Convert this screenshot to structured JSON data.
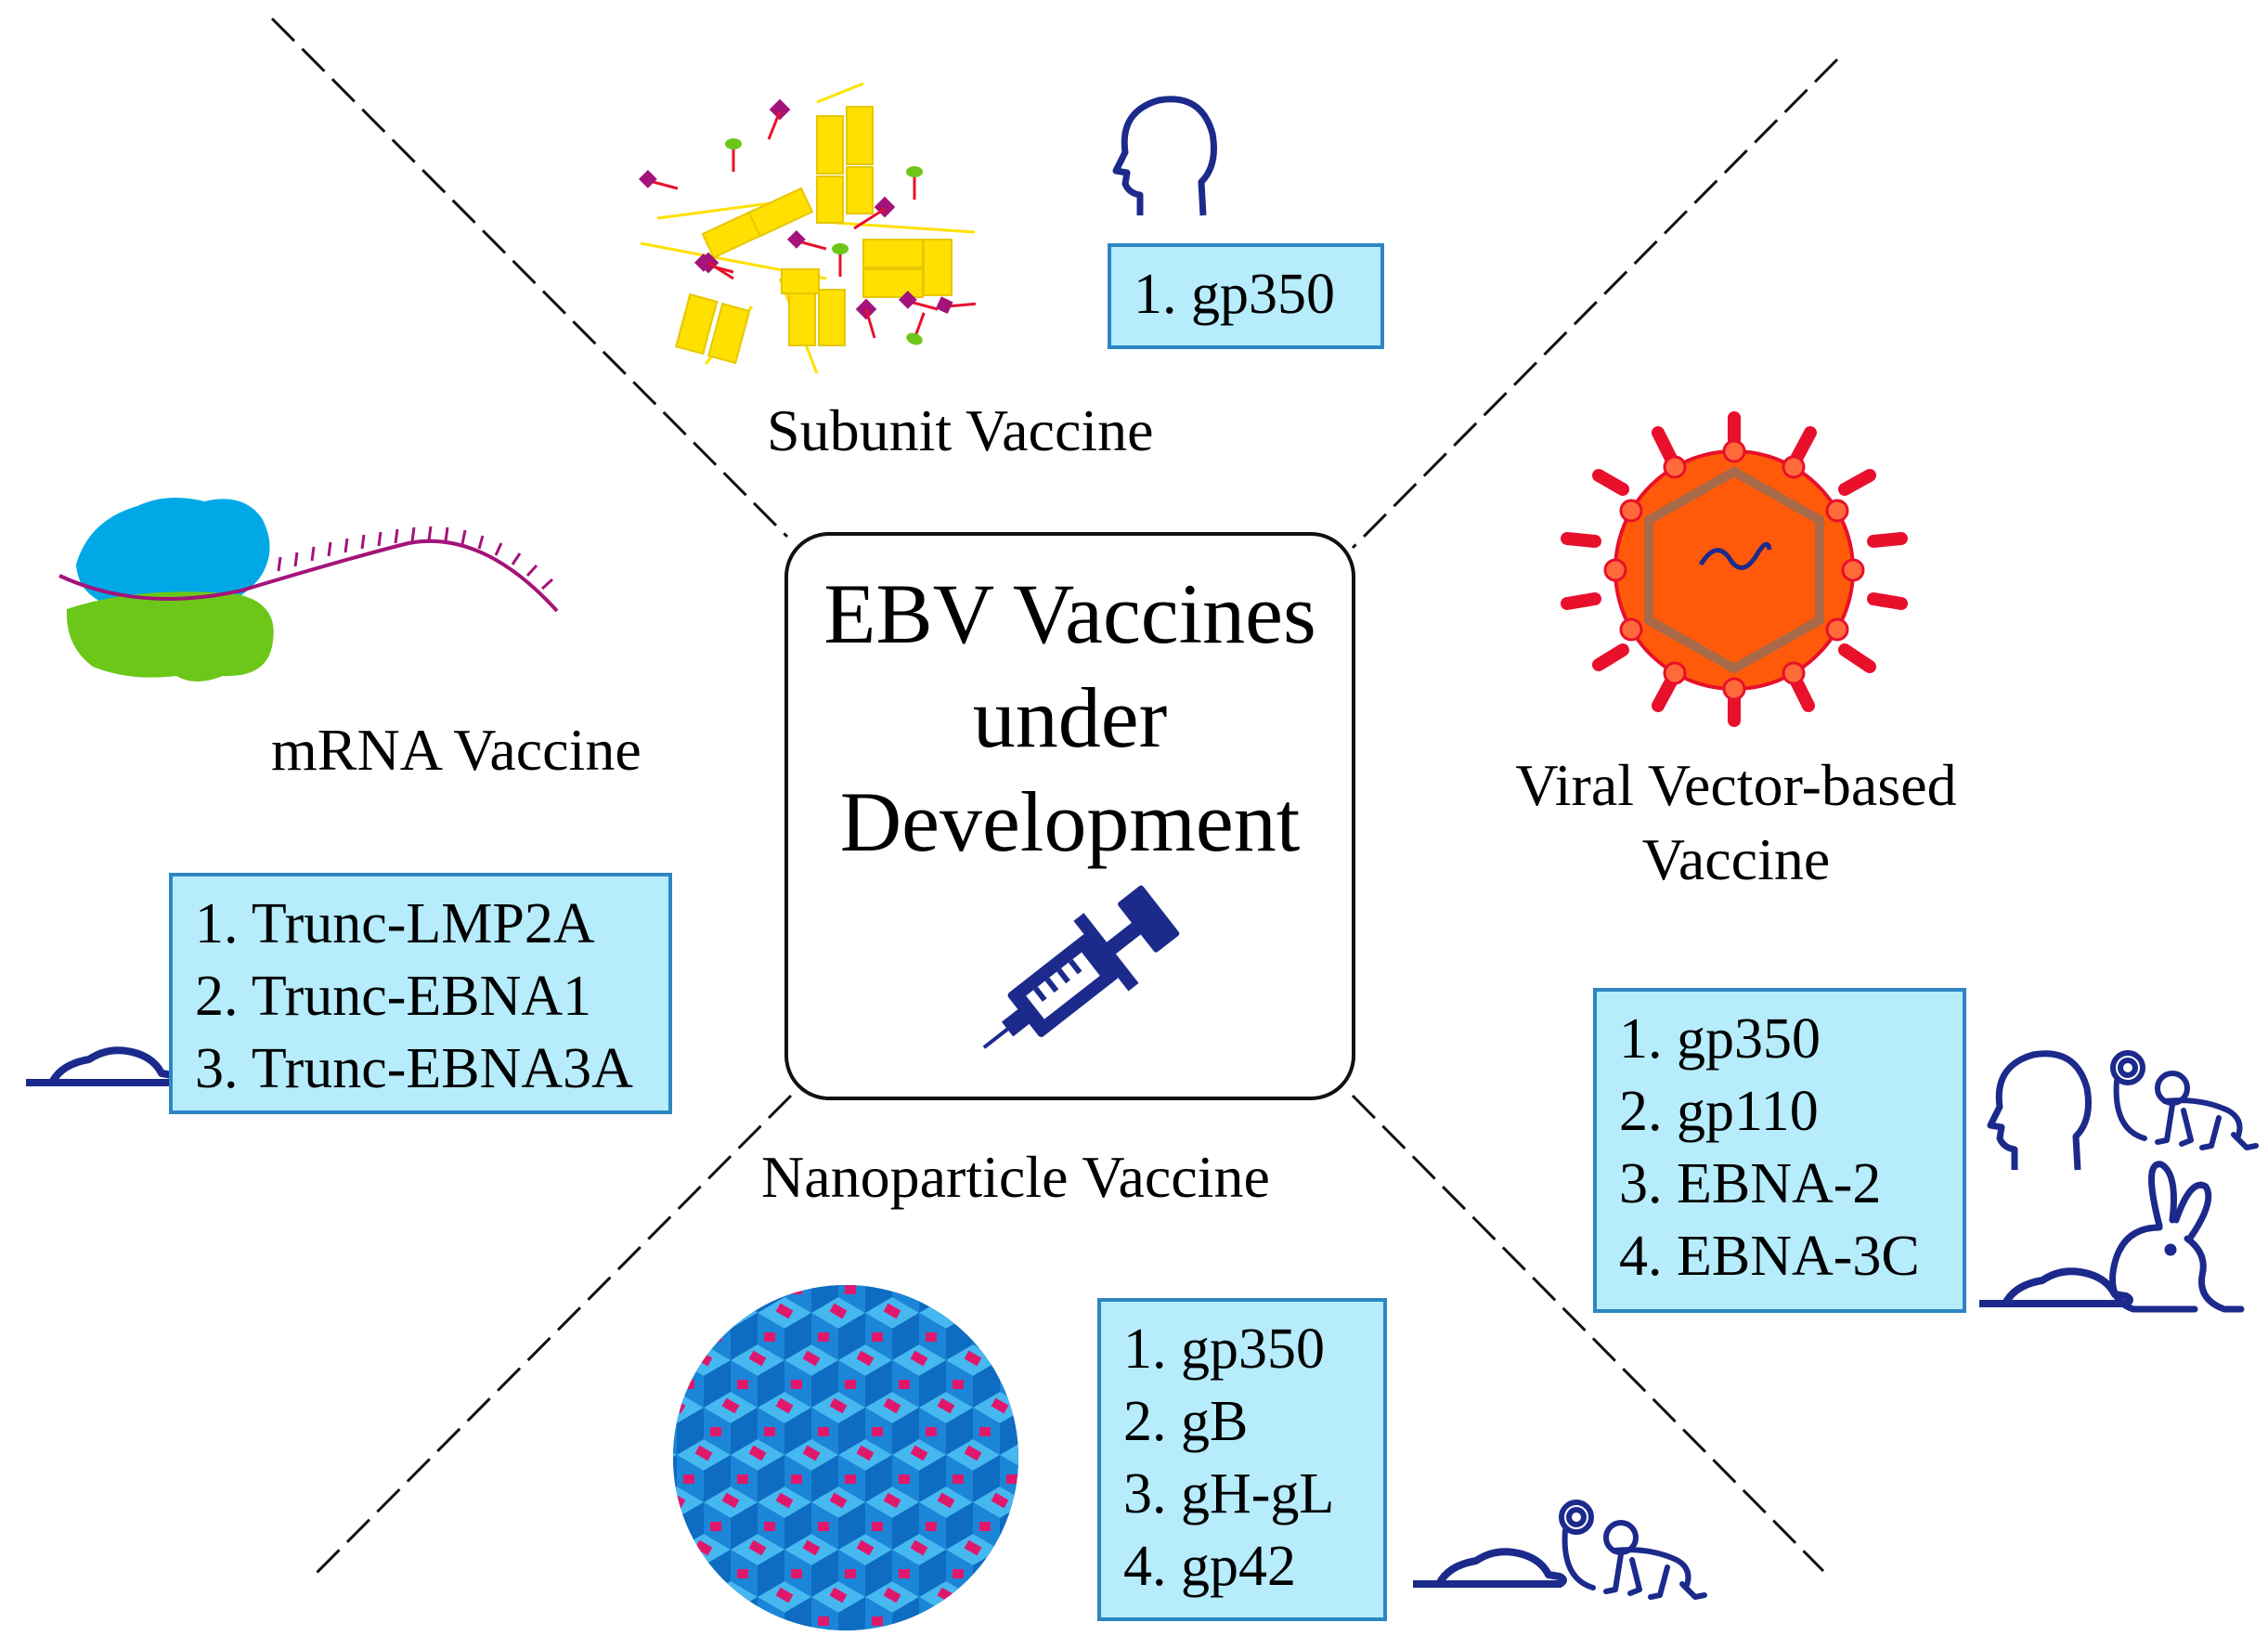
{
  "center": {
    "title_lines": [
      "EBV Vaccines",
      "under",
      "Development"
    ],
    "icon": "syringe-icon"
  },
  "subunit": {
    "label": "Subunit Vaccine",
    "antigens": [
      "1. gp350"
    ],
    "models": [
      "human-head-icon"
    ]
  },
  "mrna": {
    "label": "mRNA Vaccine",
    "antigens": [
      "1. Trunc-LMP2A",
      "2. Trunc-EBNA1",
      "3. Trunc-EBNA3A"
    ],
    "models": [
      "mouse-icon"
    ]
  },
  "viral_vector": {
    "label_lines": [
      "Viral Vector-based",
      "Vaccine"
    ],
    "antigens": [
      "1. gp350",
      "2. gp110",
      "3. EBNA-2",
      "4. EBNA-3C"
    ],
    "models": [
      "human-head-icon",
      "monkey-icon",
      "rabbit-icon",
      "mouse-icon"
    ]
  },
  "nanoparticle": {
    "label": "Nanoparticle Vaccine",
    "antigens": [
      "1. gp350",
      "2. gB",
      "3. gH-gL",
      "4. gp42"
    ],
    "models": [
      "mouse-icon",
      "monkey-icon"
    ]
  },
  "colors": {
    "box_fill": "#b6ecfb",
    "box_border": "#2d86c2",
    "icon_navy": "#1c2a8c",
    "protein_yellow": "#ffe000",
    "ligand_magenta": "#a3137a",
    "ribosome_blue": "#00a9e6",
    "ribosome_green": "#6cc718",
    "virus_orange": "#ff5a0a",
    "spike_red": "#e8102b"
  }
}
